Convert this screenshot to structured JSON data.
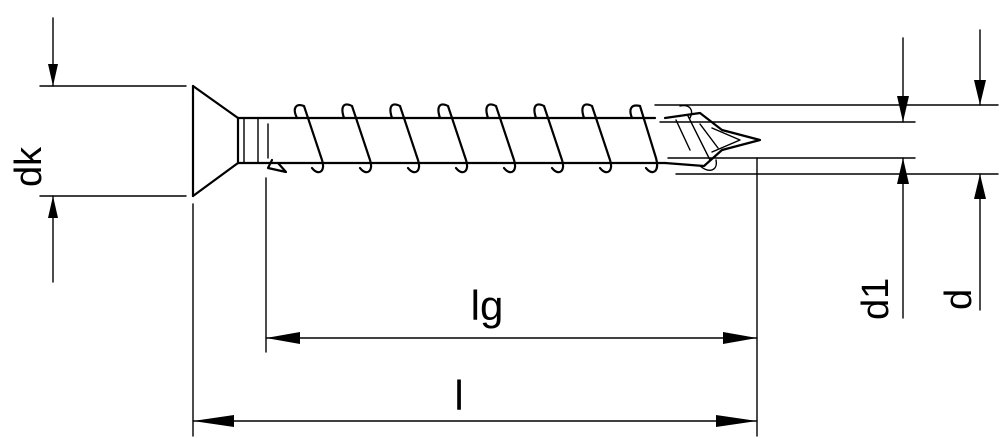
{
  "labels": {
    "dk": "dk",
    "lg": "lg",
    "l": "l",
    "d1": "d1",
    "d": "d"
  },
  "colors": {
    "line": "#000000",
    "background": "#ffffff"
  }
}
